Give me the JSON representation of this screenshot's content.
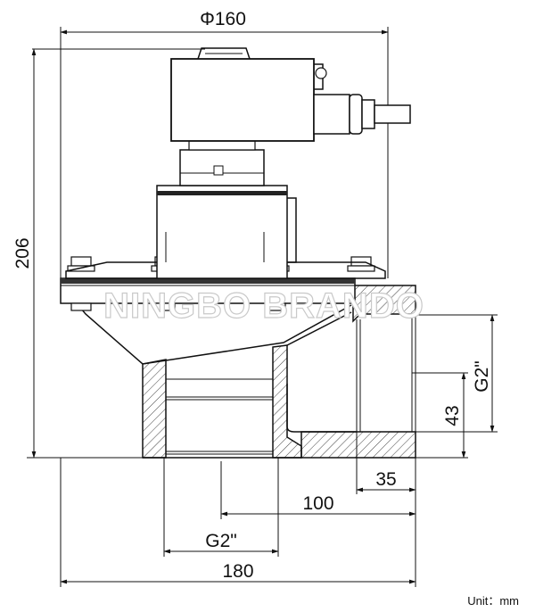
{
  "dimensions": {
    "top_diameter": "Φ160",
    "height": "206",
    "outlet_thread": "G2\"",
    "outlet_offset": "43",
    "inlet_depth": "35",
    "center_distance": "100",
    "inlet_thread": "G2\"",
    "overall_length": "180"
  },
  "watermark": "NINGBO BRANDO",
  "unit_label": "Unit：mm"
}
